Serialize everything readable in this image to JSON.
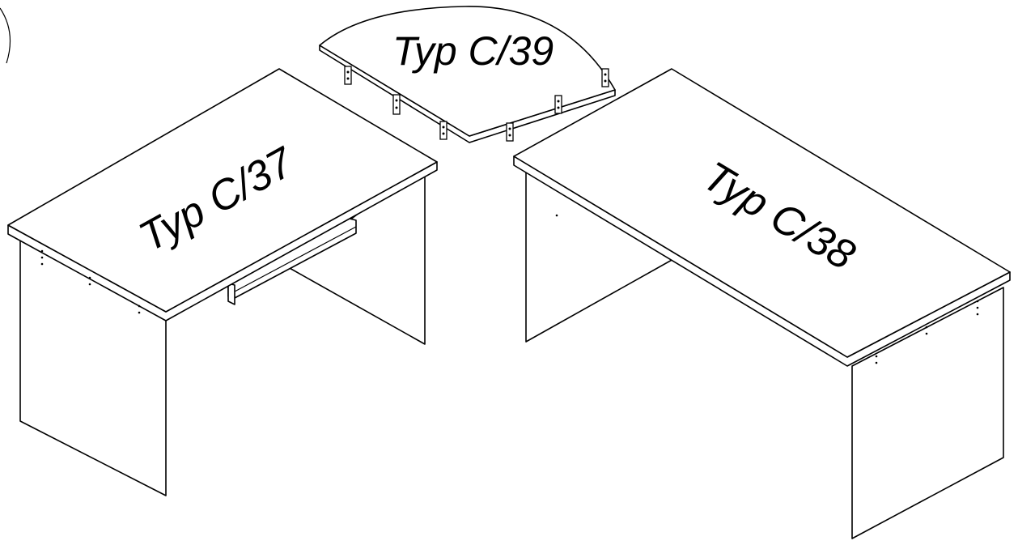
{
  "labels": {
    "corner": "Typ C/39",
    "left_desk": "Typ C/37",
    "right_desk": "Typ C/38"
  },
  "colors": {
    "line": "#000000",
    "fill": "#ffffff"
  }
}
